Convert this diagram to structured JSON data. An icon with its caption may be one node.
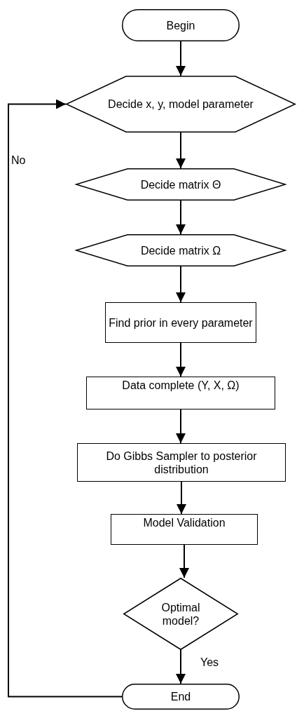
{
  "diagram": {
    "nodes": [
      {
        "text": [
          "Begin"
        ]
      },
      {
        "text": [
          "Decide x, y, model parameter"
        ]
      },
      {
        "text": [
          "Decide matrix Θ"
        ]
      },
      {
        "text": [
          "Decide matrix Ω"
        ]
      },
      {
        "text": [
          "Find prior in every parameter"
        ]
      },
      {
        "text": [
          "Data complete (Y, X, Ω)"
        ]
      },
      {
        "text": [
          "Do Gibbs Sampler to posterior distribution"
        ]
      },
      {
        "text": [
          "Model Validation"
        ]
      },
      {
        "text": [
          "Optimal model?"
        ]
      },
      {
        "text": [
          "End"
        ]
      }
    ],
    "edges": [
      {
        "from": 0,
        "to": 1,
        "arrow": "to"
      },
      {
        "from": 1,
        "to": 2,
        "arrow": "to"
      },
      {
        "from": 2,
        "to": 3,
        "arrow": "to"
      },
      {
        "from": 3,
        "to": 4,
        "arrow": "to"
      },
      {
        "from": 4,
        "to": 5,
        "arrow": "to"
      },
      {
        "from": 5,
        "to": 6,
        "arrow": "to"
      },
      {
        "from": 6,
        "to": 7,
        "arrow": "to"
      },
      {
        "from": 7,
        "to": 8,
        "arrow": "to"
      },
      {
        "from": 8,
        "to": 9,
        "arrow": "to",
        "label": "Yes"
      },
      {
        "from": 9,
        "to": 1,
        "arrow": "to",
        "label": "No"
      }
    ]
  }
}
